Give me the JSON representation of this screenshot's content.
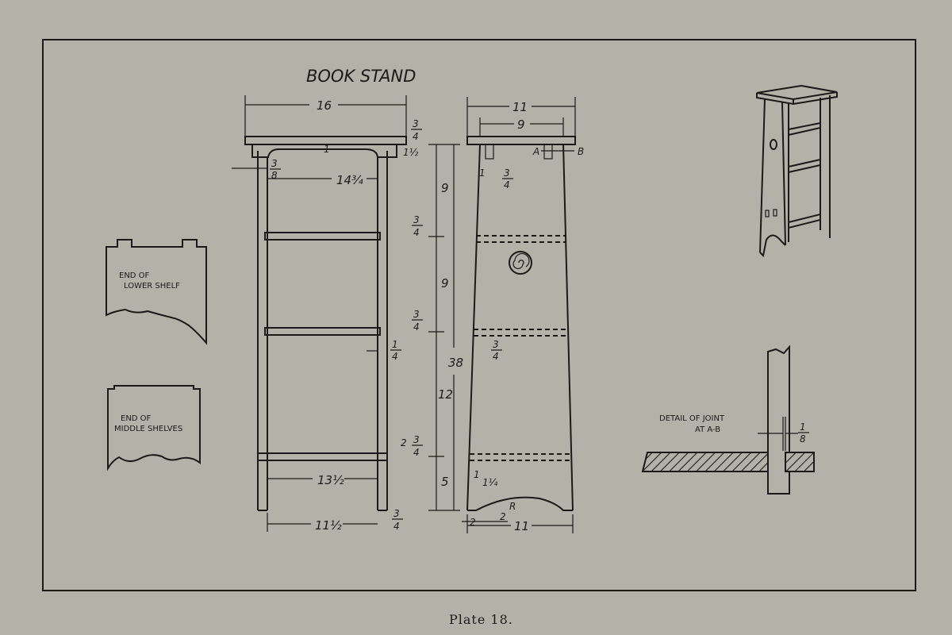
{
  "title": "BOOK STAND",
  "caption": "Plate 18.",
  "front_dims": {
    "width": "16",
    "top_thick_n": "3",
    "top_thick_d": "4",
    "apron": "1",
    "apron_side": "1½",
    "leg_n": "3",
    "leg_d": "8",
    "inner_width": "14¾",
    "shelf1_n": "3",
    "shelf1_d": "4",
    "shelf2_n": "3",
    "shelf2_d": "4",
    "shelf_t_n": "1",
    "shelf_t_d": "4",
    "bottom_n": "3",
    "bottom_d": "4",
    "bottom_rise": "2",
    "bottom_inner": "13½",
    "base_inner": "11½",
    "base_leg_n": "3",
    "base_leg_d": "4"
  },
  "height_dims": {
    "h1": "9",
    "h2": "9",
    "h3": "12",
    "h4": "5",
    "total": "38"
  },
  "side_dims": {
    "top_depth": "11",
    "top_inner": "9",
    "tenon": "1",
    "tenon_n": "3",
    "tenon_d": "4",
    "mid_n": "3",
    "mid_d": "4",
    "low": "1",
    "low_mixed": "1¼",
    "radius": "R",
    "cut_a": "2",
    "cut_b": "2",
    "base_depth": "11",
    "label_a": "A",
    "label_b": "B"
  },
  "lower_shelf_note": {
    "line1": "END OF",
    "line2": "LOWER SHELF"
  },
  "middle_shelf_note": {
    "line1": "END OF",
    "line2": "MIDDLE SHELVES"
  },
  "joint": {
    "line1": "DETAIL OF JOINT",
    "line2": "AT A-B",
    "gap_n": "1",
    "gap_d": "8"
  }
}
